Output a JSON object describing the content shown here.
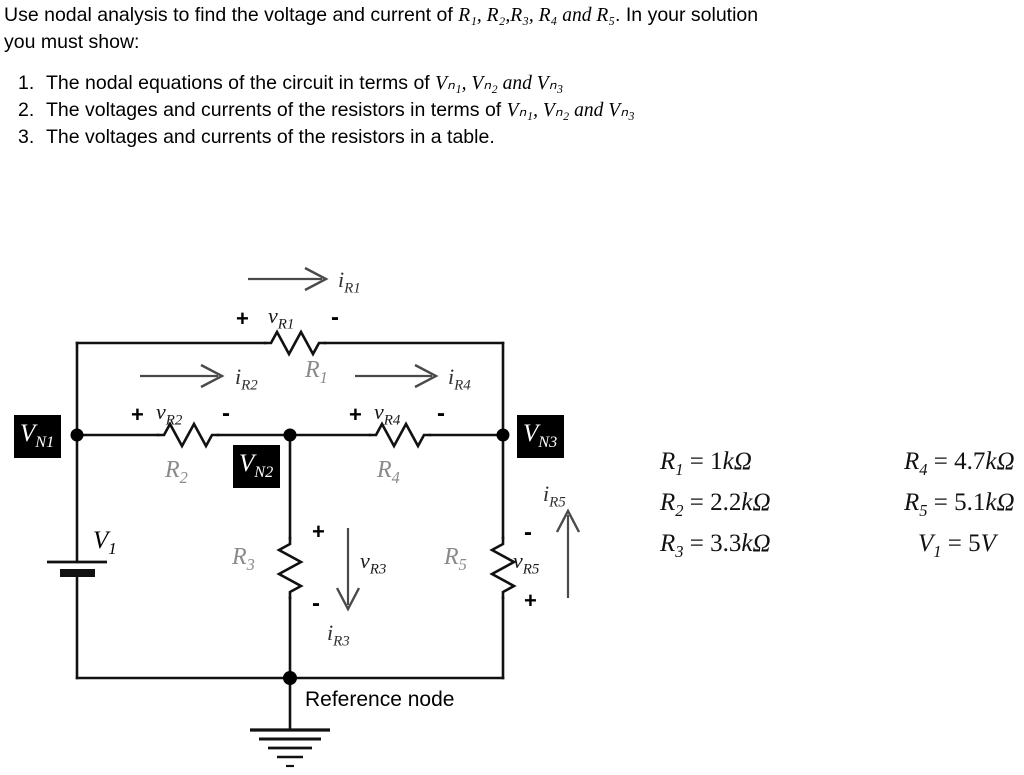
{
  "problem": {
    "intro_line1_a": "Use nodal analysis to find the voltage and current of ",
    "intro_vars": "R₁, R₂,R₃, R₄ and R₅",
    "intro_line1_b": ". In your solution",
    "intro_line2": "you must show:",
    "requirements": [
      {
        "num": "1.",
        "text_a": "The nodal equations of the circuit in terms of ",
        "vars": "Vₙ₁, Vₙ₂ and Vₙ₃",
        "text_b": ""
      },
      {
        "num": "2.",
        "text_a": "The voltages and currents of the resistors in terms of ",
        "vars": "Vₙ₁, Vₙ₂ and Vₙ₃",
        "text_b": ""
      },
      {
        "num": "3.",
        "text_a": "The voltages and currents of the resistors in a table.",
        "vars": "",
        "text_b": ""
      }
    ]
  },
  "circuit": {
    "nodes": [
      {
        "id": "n1",
        "label": "V",
        "sub": "N1"
      },
      {
        "id": "n2",
        "label": "V",
        "sub": "N2"
      },
      {
        "id": "n3",
        "label": "V",
        "sub": "N3"
      }
    ],
    "resistor_labels": [
      {
        "id": "r1",
        "name": "R",
        "sub": "1"
      },
      {
        "id": "r2",
        "name": "R",
        "sub": "2"
      },
      {
        "id": "r3",
        "name": "R",
        "sub": "3"
      },
      {
        "id": "r4",
        "name": "R",
        "sub": "4"
      },
      {
        "id": "r5",
        "name": "R",
        "sub": "5"
      }
    ],
    "voltage_labels": [
      {
        "id": "vr1",
        "name": "v",
        "sub": "R1"
      },
      {
        "id": "vr2",
        "name": "v",
        "sub": "R2"
      },
      {
        "id": "vr3",
        "name": "v",
        "sub": "R3"
      },
      {
        "id": "vr4",
        "name": "v",
        "sub": "R4"
      },
      {
        "id": "vr5",
        "name": "v",
        "sub": "R5"
      }
    ],
    "current_labels": [
      {
        "id": "ir1",
        "name": "i",
        "sub": "R1"
      },
      {
        "id": "ir2",
        "name": "i",
        "sub": "R2"
      },
      {
        "id": "ir3",
        "name": "i",
        "sub": "R3"
      },
      {
        "id": "ir4",
        "name": "i",
        "sub": "R4"
      },
      {
        "id": "ir5",
        "name": "i",
        "sub": "R5"
      }
    ],
    "source": {
      "name": "V",
      "sub": "1"
    },
    "polarity": {
      "plus": "+",
      "minus": "-"
    },
    "reference_node_text": "Reference node",
    "wire_color": "#000000",
    "resistor_label_color": "#8a8a8a"
  },
  "values": [
    {
      "sym": "R",
      "sub": "1",
      "eq": " = ",
      "num": "1",
      "unit": "kΩ"
    },
    {
      "sym": "R",
      "sub": "4",
      "eq": " = ",
      "num": "4.7",
      "unit": "kΩ"
    },
    {
      "sym": "R",
      "sub": "2",
      "eq": " = ",
      "num": "2.2",
      "unit": "kΩ"
    },
    {
      "sym": "R",
      "sub": "5",
      "eq": " = ",
      "num": "5.1",
      "unit": "kΩ"
    },
    {
      "sym": "R",
      "sub": "3",
      "eq": " = ",
      "num": "3.3",
      "unit": "kΩ"
    },
    {
      "sym": "V",
      "sub": "1",
      "eq": " = ",
      "num": "5",
      "unit": "V"
    }
  ]
}
